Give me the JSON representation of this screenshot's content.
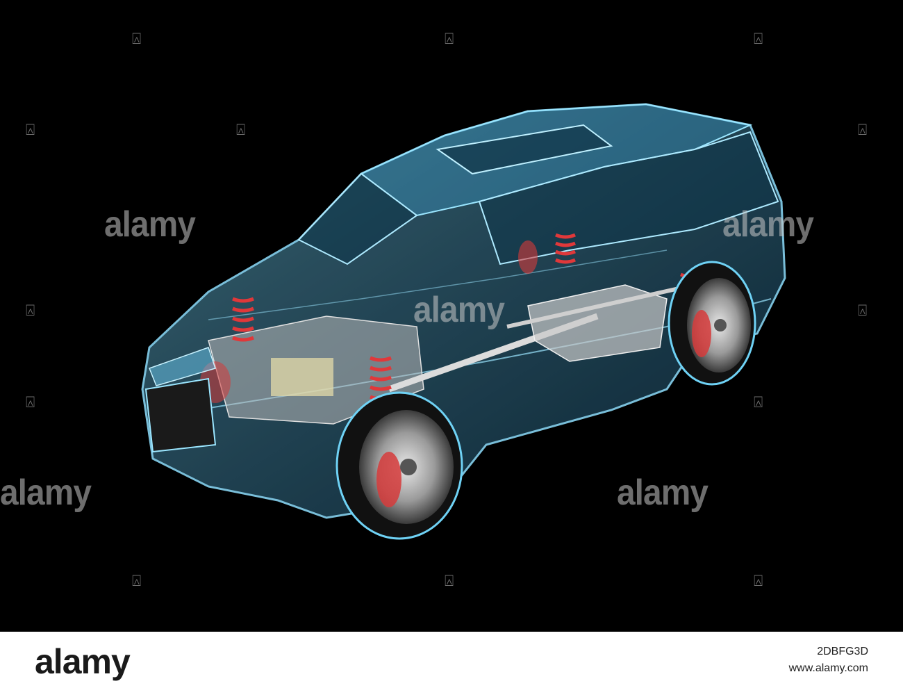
{
  "image": {
    "subject": "x-ray car technical rendering",
    "background_color": "#000000",
    "accent_colors": {
      "body_glass": "#5fc8ef",
      "springs": "#d83a3a",
      "chassis": "#c8c8c8"
    }
  },
  "watermark": {
    "text": "alamy"
  },
  "footer": {
    "logo": "alamy",
    "image_id": "2DBFG3D",
    "url": "www.alamy.com"
  }
}
